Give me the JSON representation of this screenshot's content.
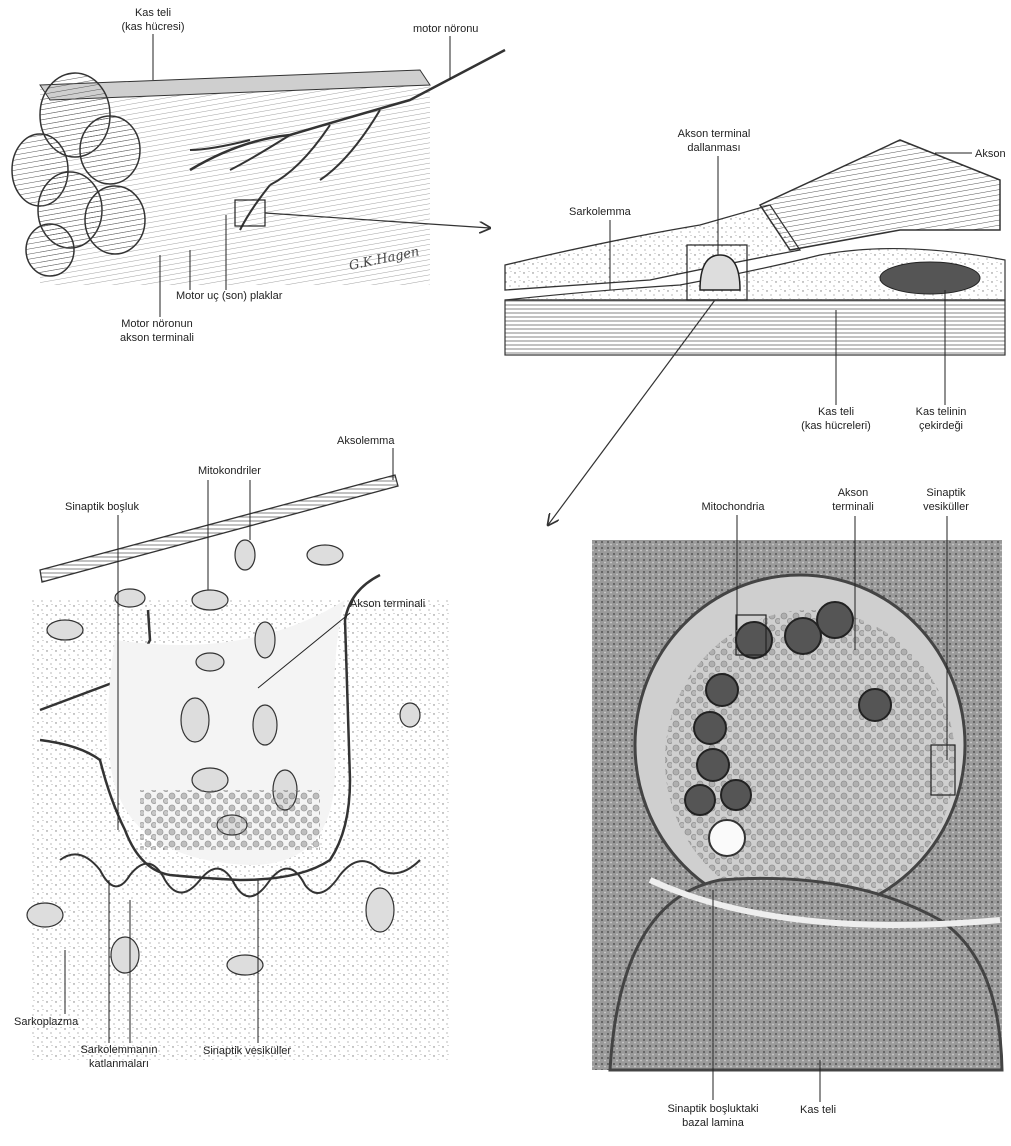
{
  "panel_muscle": {
    "fiber_line1": "Kas teli",
    "fiber_line2": "(kas hücresi)",
    "motor_neuron": "motor nöronu",
    "endplates": "Motor uç (son) plaklar",
    "terminal_line1": "Motor nöronun",
    "terminal_line2": "akson terminali",
    "signature": "G.K.Hagen"
  },
  "panel_junction": {
    "branch_line1": "Akson terminal",
    "branch_line2": "dallanması",
    "axon": "Akson",
    "sarcolemma": "Sarkolemma",
    "fiber_line1": "Kas teli",
    "fiber_line2": "(kas hücreleri)",
    "nucleus_line1": "Kas telinin",
    "nucleus_line2": "çekirdeği"
  },
  "panel_synapse": {
    "axolemma": "Aksolemma",
    "mitochondria": "Mitokondriler",
    "cleft": "Sinaptik boşluk",
    "axon_terminal": "Akson terminali",
    "sarcoplasm": "Sarkoplazma",
    "folds_line1": "Sarkolemmanın",
    "folds_line2": "katlanmaları",
    "vesicles": "Sinaptik vesiküller"
  },
  "panel_micrograph": {
    "mitochondria": "Mitochondria",
    "terminal_line1": "Akson",
    "terminal_line2": "terminali",
    "vesicles_line1": "Sinaptik",
    "vesicles_line2": "vesiküller",
    "basal_line1": "Sinaptik boşluktaki",
    "basal_line2": "bazal lamina",
    "fiber": "Kas teli"
  }
}
